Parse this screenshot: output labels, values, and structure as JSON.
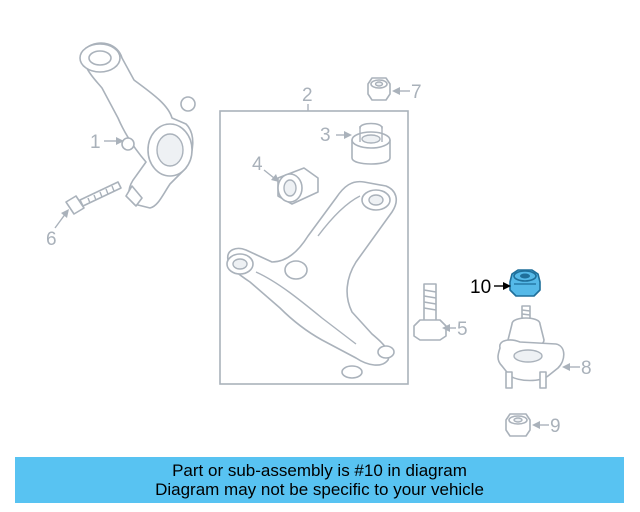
{
  "callouts": {
    "c1": "1",
    "c2": "2",
    "c3": "3",
    "c4": "4",
    "c5": "5",
    "c6": "6",
    "c7": "7",
    "c8": "8",
    "c9": "9",
    "c10": "10"
  },
  "highlighted_part": "10",
  "banner": {
    "line1": "Part or sub-assembly is #10 in diagram",
    "line2": "Diagram may not be specific to your vehicle"
  },
  "colors": {
    "banner_background": "#58c3f2",
    "highlight_fill": "#55b9e8",
    "line_art": "#aab2bb"
  }
}
